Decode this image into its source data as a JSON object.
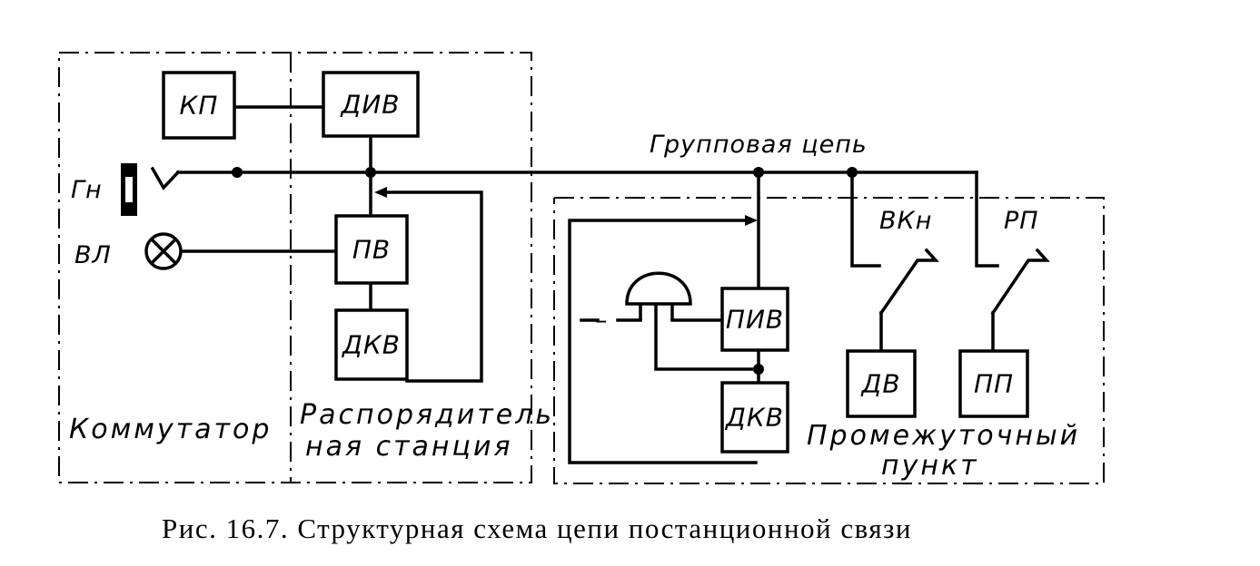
{
  "regions": {
    "kommutator": "Коммутатор",
    "station_line1": "Распорядитель",
    "station_line2": "ная станция",
    "intermediate_line1": "Промежуточный",
    "intermediate_line2": "пункт"
  },
  "blocks": {
    "kp": "КП",
    "div": "ДИВ",
    "pv": "ПВ",
    "dkv_station": "ДКВ",
    "piv": "ПИВ",
    "dkv_point": "ДКВ",
    "dv": "ДВ",
    "pp": "ПП"
  },
  "labels": {
    "gn": "Гн",
    "vl": "ВЛ",
    "group_circuit": "Групповая цепь",
    "vkn": "ВКн",
    "rp": "РП",
    "minus": "–"
  },
  "caption": "Рис. 16.7. Структурная схема цепи постанционной связи"
}
